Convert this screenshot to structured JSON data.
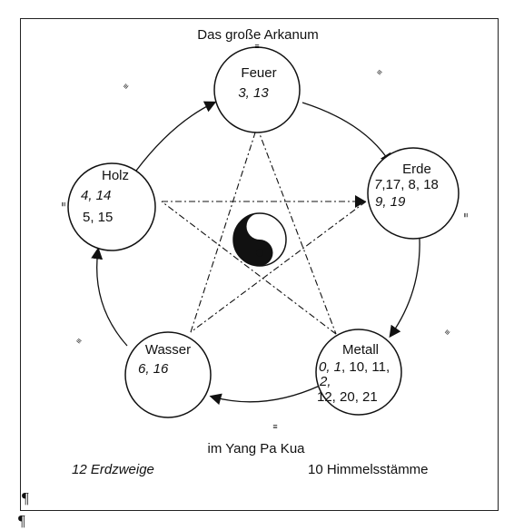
{
  "title": "Das große Arkanum",
  "subtitle": "im Yang Pa Kua",
  "left_caption": "12 Erdzweige",
  "right_caption": "10 Himmelsstämme",
  "pilcrow": "¶",
  "elements": {
    "feuer": {
      "name": "Feuer",
      "line1_italic": "3, 13"
    },
    "erde": {
      "name": "Erde",
      "line1_a_italic": "7",
      "line1_b": ",17, 8, 18",
      "line2_italic": "9, 19"
    },
    "metall": {
      "name": "Metall",
      "line1_italic": "0, 1",
      "line1_b": ", 10, 11,",
      "line2_italic": "2,",
      "line3": "12, 20, 21"
    },
    "wasser": {
      "name": "Wasser",
      "line1_italic": "6, 16"
    },
    "holz": {
      "name": "Holz",
      "line1_italic": "4, 14",
      "line2": "5, 15"
    }
  },
  "trigram_glyph": "≡",
  "colors": {
    "ink": "#111111",
    "frame": "#222222"
  }
}
